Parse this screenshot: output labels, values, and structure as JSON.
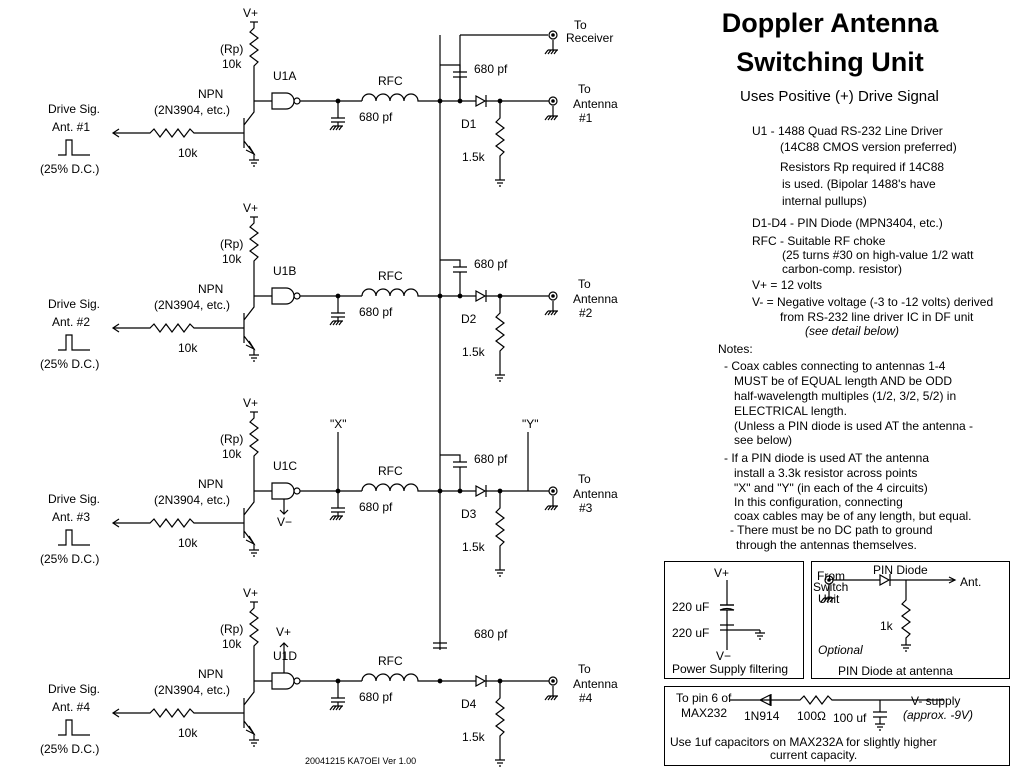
{
  "title": {
    "line1": "Doppler Antenna",
    "line2": "Switching Unit"
  },
  "subtitle": "Uses Positive (+) Drive Signal",
  "specs": {
    "u1_1": "U1 - 1488 Quad RS-232 Line Driver",
    "u1_2": "(14C88 CMOS version preferred)",
    "u1_3": "Resistors Rp required if 14C88",
    "u1_4": "is used.  (Bipolar 1488's have",
    "u1_5": "internal pullups)",
    "d1": "D1-D4 - PIN Diode (MPN3404, etc.)",
    "rfc1": "RFC - Suitable RF choke",
    "rfc2": "(25 turns #30 on high-value 1/2 watt",
    "rfc3": "carbon-comp. resistor)",
    "vplus": "V+ = 12 volts",
    "vminus1": "V- = Negative voltage (-3 to -12 volts) derived",
    "vminus2": "from RS-232 line driver IC in DF unit",
    "vminus3": "(see detail below)"
  },
  "notes": {
    "head": "Notes:",
    "n1": "- Coax cables connecting to antennas 1-4",
    "n2": "MUST be of EQUAL length AND be ODD",
    "n3": "half-wavelength multiples (1/2, 3/2, 5/2) in",
    "n4": "ELECTRICAL length.",
    "n5": "(Unless a PIN diode is used AT the antenna -",
    "n6": "see below)",
    "n7": "- If a PIN diode is used AT the antenna",
    "n8": "install a 3.3k resistor across points",
    "n9": "\"X\" and \"Y\" (in each of the 4 circuits)",
    "n10": "In this configuration, connecting",
    "n11": "coax cables may be of any length, but equal.",
    "n12": "- There must be no DC path to ground",
    "n13": "through the antennas themselves."
  },
  "stages": [
    {
      "gate": "U1A",
      "ant": "Ant. #1",
      "to_ant": "Antenna",
      "num": "#1",
      "diode": "D1"
    },
    {
      "gate": "U1B",
      "ant": "Ant. #2",
      "to_ant": "Antenna",
      "num": "#2",
      "diode": "D2"
    },
    {
      "gate": "U1C",
      "ant": "Ant. #3",
      "to_ant": "Antenna",
      "num": "#3",
      "diode": "D3"
    },
    {
      "gate": "U1D",
      "ant": "Ant. #4",
      "to_ant": "Antenna",
      "num": "#4",
      "diode": "D4"
    }
  ],
  "labels": {
    "vplus": "V+",
    "vminus": "V−",
    "rp": "(Rp)",
    "r10k": "10k",
    "npn": "NPN",
    "npn_part": "(2N3904, etc.)",
    "drive": "Drive Sig.",
    "dc": "(25% D.C.)",
    "rfc": "RFC",
    "cap680": "680 pf",
    "r15k": "1.5k",
    "to": "To",
    "receiver": "Receiver",
    "x": "\"X\"",
    "y": "\"Y\""
  },
  "psu": {
    "c1": "220 uF",
    "c2": "220 uF",
    "vplus": "V+",
    "vminus": "V−",
    "caption": "Power Supply filtering"
  },
  "pin": {
    "from1": "From",
    "from2": "Switch",
    "from3": "Unit",
    "diode": "PIN Diode",
    "ant": "Ant.",
    "r": "1k",
    "optional": "Optional",
    "caption": "PIN Diode at antenna"
  },
  "supply": {
    "pin6a": "To pin 6 of",
    "pin6b": "MAX232",
    "diode": "1N914",
    "r": "100Ω",
    "cap": "100 uf",
    "vs": "V- supply",
    "approx": "(approx. -9V)",
    "note1": "Use 1uf capacitors on MAX232A for slightly higher",
    "note2": "current capacity."
  },
  "footer": "20041215 KA7OEI  Ver 1.00"
}
